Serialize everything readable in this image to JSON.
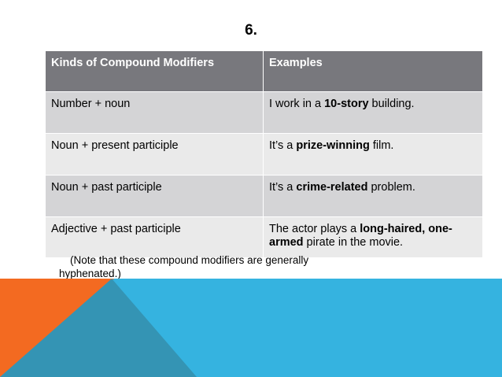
{
  "slide": {
    "number_label": "6.",
    "note": {
      "line1": "(Note that these compound modifiers are generally",
      "line2": "hyphenated.)"
    }
  },
  "table": {
    "headers": {
      "kind": "Kinds of Compound Modifiers",
      "examples": "Examples"
    },
    "rows": [
      {
        "kind": "Number + noun",
        "example_pre": "I work in a ",
        "example_bold": "10-story",
        "example_post": " building.",
        "shade": "dark"
      },
      {
        "kind": "Noun + present participle",
        "example_pre": "It’s a ",
        "example_bold": "prize-winning",
        "example_post": " film.",
        "shade": "light"
      },
      {
        "kind": "Noun + past participle",
        "example_pre": "It’s a ",
        "example_bold": "crime-related",
        "example_post": " problem.",
        "shade": "dark"
      },
      {
        "kind": "Adjective + past participle",
        "example_pre": "The actor plays a ",
        "example_bold": "long-haired, one-armed",
        "example_post": " pirate in the movie.",
        "shade": "light"
      }
    ]
  },
  "colors": {
    "header_gray": "#78787D",
    "row_dark": "#D4D4D6",
    "row_light": "#EAEAEA",
    "accent_orange": "#F36A21",
    "accent_blue": "#35B3E0",
    "accent_teal": "#3494B4"
  }
}
